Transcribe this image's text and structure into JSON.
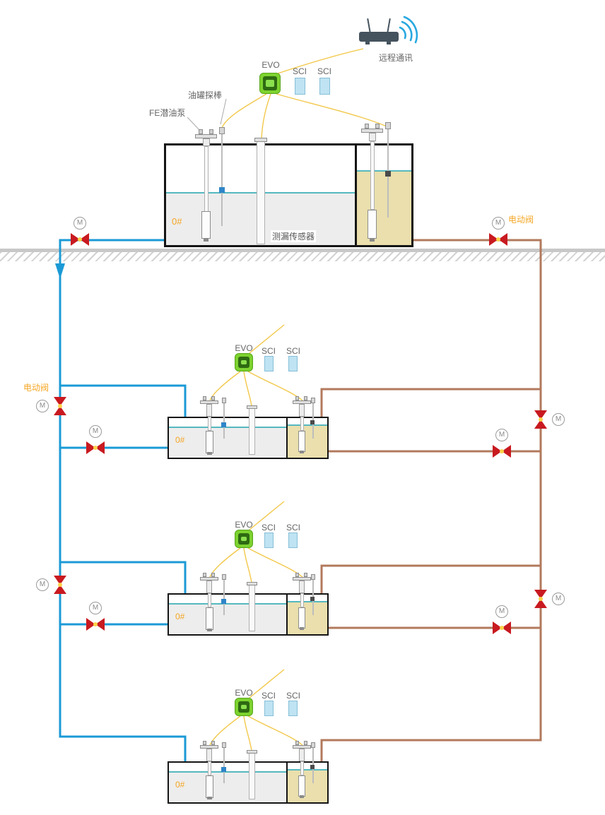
{
  "labels": {
    "remote": "远程通讯",
    "evo": "EVO",
    "sci": "SCI",
    "probe": "油罐探棒",
    "pump": "FE潜油泵",
    "leak_sensor": "测漏传感器",
    "tank_no": "0#",
    "electric_valve": "电动阀",
    "motor": "M"
  },
  "colors": {
    "pipe_blue": "#1b9ad6",
    "pipe_brown": "#b2795c",
    "wire_yellow": "#f2c84b",
    "valve_red": "#c81a20",
    "accent_orange": "#f5a623",
    "fuel_gray": "#ededed",
    "fuel_tan": "#eadfad",
    "wifi_blue": "#2aa8e0"
  }
}
